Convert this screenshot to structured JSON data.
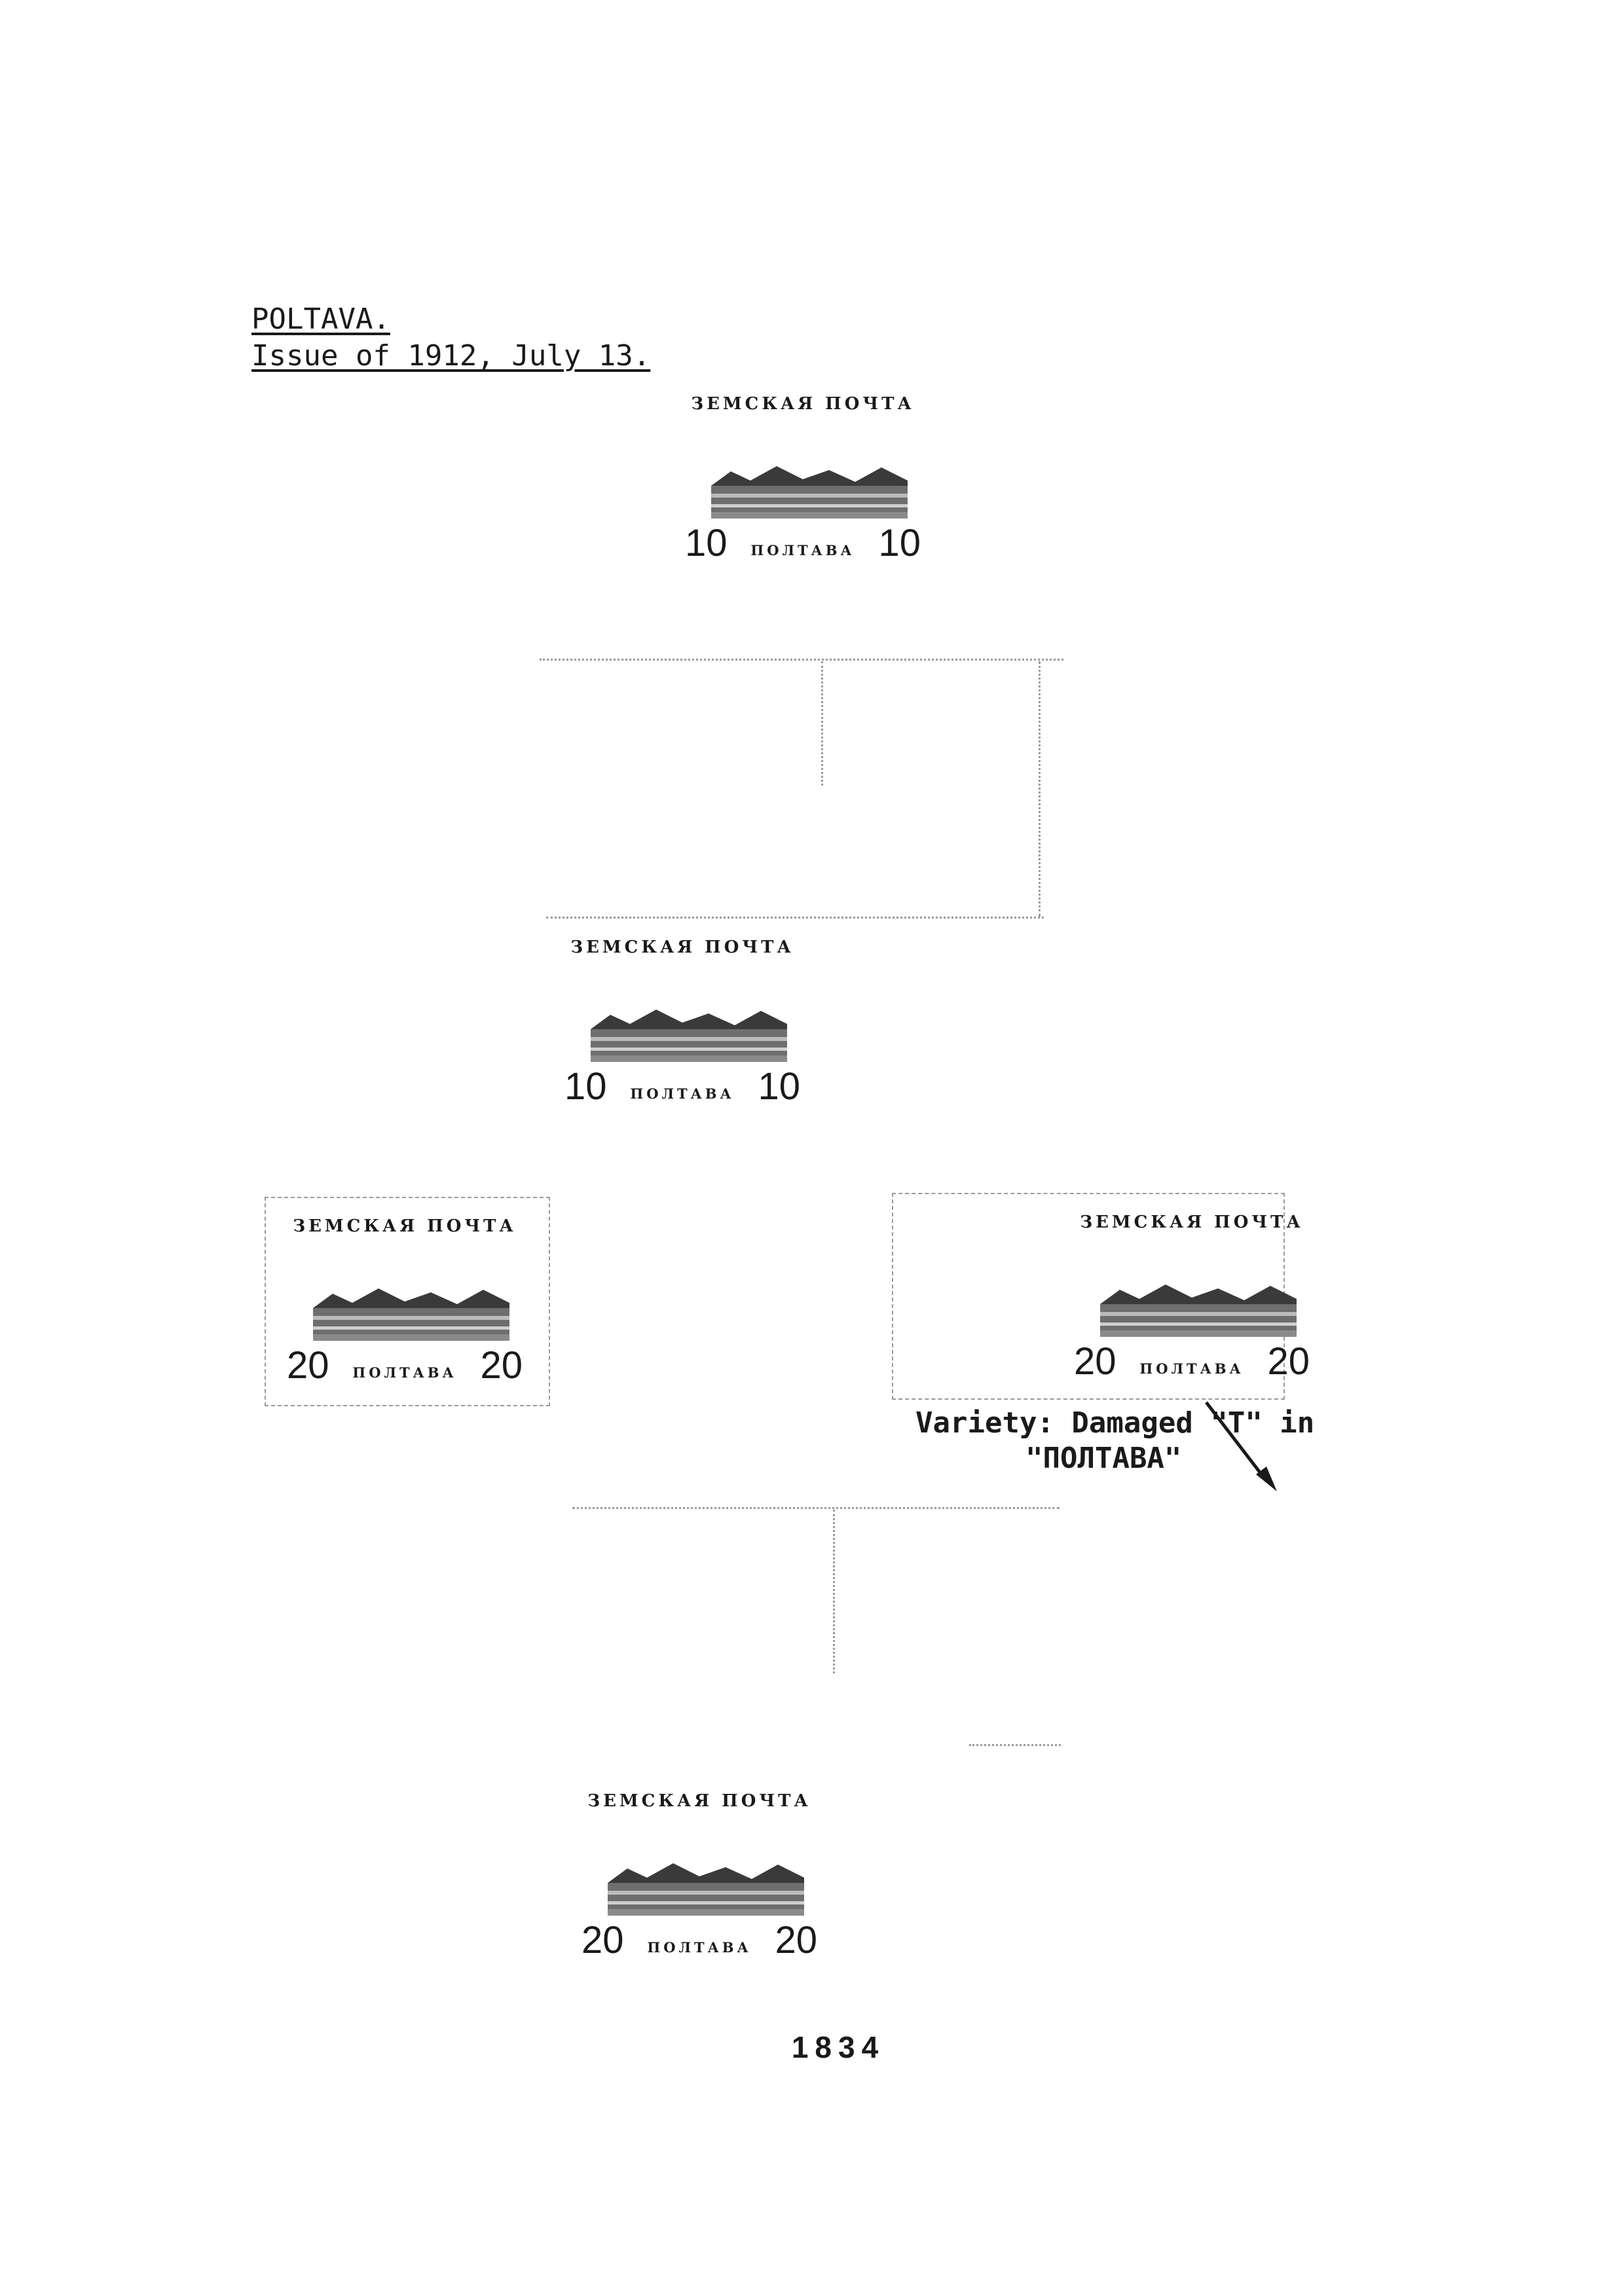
{
  "heading": {
    "title": "POLTAVA.",
    "issue": "Issue of 1912, July 13."
  },
  "stamps": [
    {
      "top_text": "ЗЕМСКАЯ ПОЧТА",
      "value_left": "10",
      "value_right": "10",
      "town": "ПОЛТАВА"
    },
    {
      "top_text": "ЗЕМСКАЯ ПОЧТА",
      "value_left": "10",
      "value_right": "10",
      "town": "ПОЛТАВА"
    },
    {
      "top_text": "ЗЕМСКАЯ ПОЧТА",
      "value_left": "20",
      "value_right": "20",
      "town": "ПОЛТАВА"
    },
    {
      "top_text": "ЗЕМСКАЯ ПОЧТА",
      "value_left": "20",
      "value_right": "20",
      "town": "ПОЛТАВА"
    },
    {
      "top_text": "ЗЕМСКАЯ ПОЧТА",
      "value_left": "20",
      "value_right": "20",
      "town": "ПОЛТАВА"
    }
  ],
  "variety": {
    "line1": "Variety: Damaged \"T\" in",
    "line2": "\"ПОЛТАВА\""
  },
  "page_number": "1834"
}
